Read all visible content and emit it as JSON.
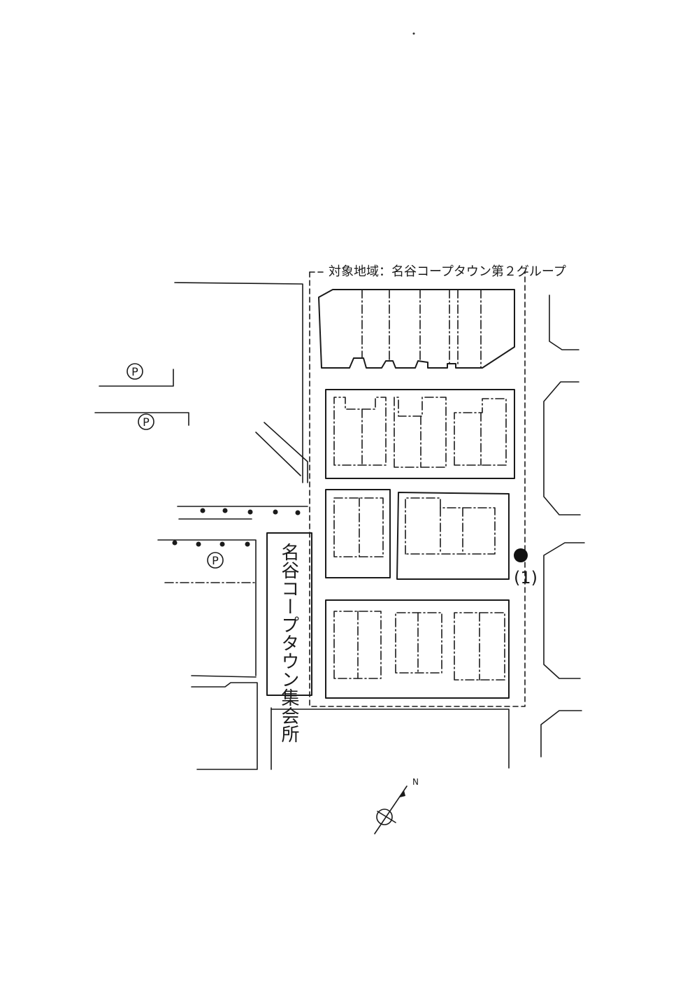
{
  "target_area_label": "対象地域：名谷コープタウン第２グループ",
  "meeting_hall_label": "名谷コープタウン集会所",
  "parking_symbol": "P",
  "parking_count": 3,
  "point_label": "(1)",
  "north_label": "N",
  "ink_color": "#1a1a1a"
}
